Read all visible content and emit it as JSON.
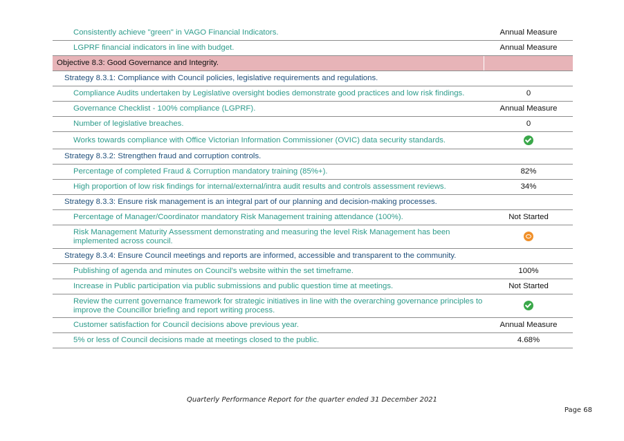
{
  "rows": [
    {
      "text": "Consistently achieve \"green\" in VAGO Financial Indicators.",
      "value": "Annual Measure"
    },
    {
      "text": "LGPRF financial indicators in line with budget.",
      "value": "Annual Measure"
    },
    {
      "objective": "Objective 8.3: Good Governance and Integrity."
    },
    {
      "strategy": "Strategy 8.3.1: Compliance with Council policies, legislative requirements and regulations."
    },
    {
      "text": "Compliance Audits undertaken by Legislative oversight bodies demonstrate good practices and low risk findings.",
      "value": "0"
    },
    {
      "text": "Governance Checklist - 100% compliance (LGPRF).",
      "value": "Annual Measure"
    },
    {
      "text": "Number of legislative breaches.",
      "value": "0"
    },
    {
      "text": "Works towards compliance with Office Victorian Information Commissioner (OVIC) data security standards.",
      "icon": "check-circle-icon",
      "icon_color": "#3aa84a"
    },
    {
      "strategy": "Strategy 8.3.2: Strengthen fraud and corruption controls."
    },
    {
      "text": "Percentage of completed Fraud & Corruption mandatory training (85%+).",
      "value": "82%"
    },
    {
      "text": "High proportion of low risk findings for internal/external/intra audit results and controls assessment reviews.",
      "value": "34%"
    },
    {
      "strategy": "Strategy 8.3.3: Ensure risk management is an integral part of our planning and decision-making processes."
    },
    {
      "text": "Percentage of Manager/Coordinator mandatory Risk Management training attendance (100%).",
      "value": "Not Started"
    },
    {
      "text": "Risk Management Maturity Assessment demonstrating and measuring the level Risk Management has been implemented across council.",
      "icon": "eye-circle-icon",
      "icon_color": "#f0902a"
    },
    {
      "strategy": "Strategy 8.3.4: Ensure Council meetings and reports are informed, accessible and transparent to the community."
    },
    {
      "text": "Publishing of agenda and minutes on Council's website within the set timeframe.",
      "value": "100%"
    },
    {
      "text": "Increase in Public participation via public submissions and public question time at meetings.",
      "value": "Not Started"
    },
    {
      "text": "Review the current governance framework for strategic initiatives in line with the overarching governance principles to improve the Councillor briefing and report writing process.",
      "icon": "check-circle-icon",
      "icon_color": "#3aa84a"
    },
    {
      "text": "Customer satisfaction for Council decisions above previous year.",
      "value": "Annual Measure"
    },
    {
      "text": "5% or less of Council decisions made at meetings closed to the public.",
      "value": "4.68%"
    }
  ],
  "footer": "Quarterly Performance Report for the quarter ended 31 December 2021",
  "page_number": "Page 68"
}
